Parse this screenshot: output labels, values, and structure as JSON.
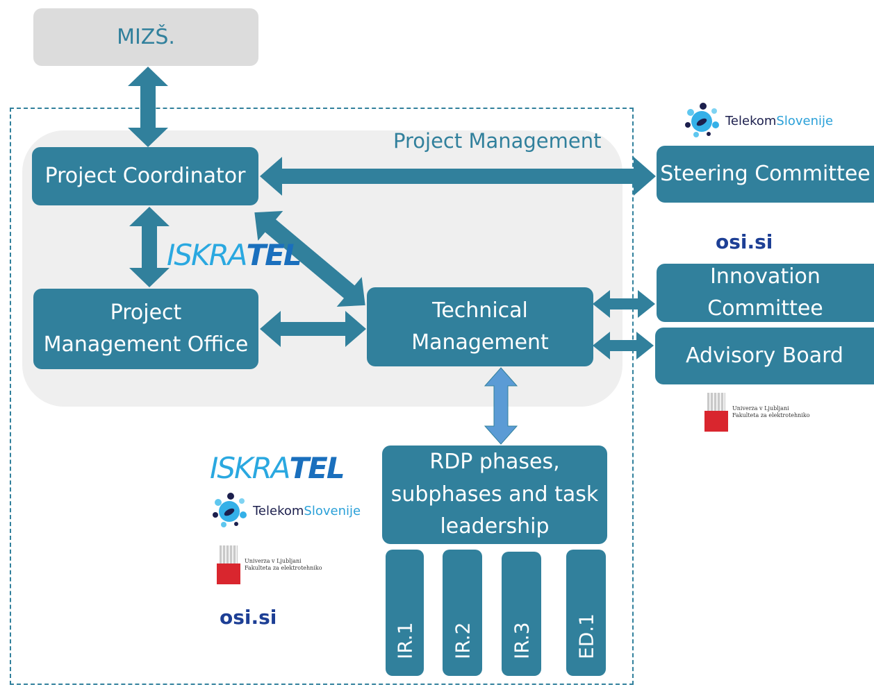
{
  "ministry": {
    "label": "MIZŠ."
  },
  "project_management": {
    "title": "Project Management"
  },
  "boxes": {
    "project_coordinator": "Project Coordinator",
    "pmo": "Project\nManagement Office",
    "technical_management": "Technical\nManagement",
    "rdp": "RDP phases,\nsubphases  and task\nleadership",
    "steering_committee": "Steering Committee",
    "innovation_committee": "Innovation\nCommittee",
    "advisory_board": "Advisory Board"
  },
  "work_packages": [
    "IR.1",
    "IR.2",
    "IR.3",
    "ED.1"
  ],
  "logos": {
    "iskratel_a": "ISKRA",
    "iskratel_b": "TEL",
    "telekom_a": "Telekom",
    "telekom_b": "Slovenije",
    "osi": "osi.si",
    "uni_line1": "Univerza v Ljubljani",
    "uni_line2": "Fakulteta za elektrotehniko"
  },
  "colors": {
    "box": "#31809c",
    "ministry_bg": "#dcdcdc",
    "pm_region": "#efefef",
    "arrow_light": "#5b9bd5"
  }
}
